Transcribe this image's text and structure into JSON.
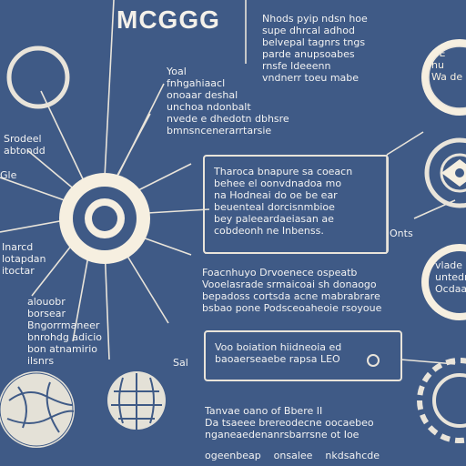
{
  "title": "MCGGG",
  "colors": {
    "background": "#3f5a86",
    "line": "#e9e4da",
    "hub_fill": "#f6efe0",
    "hub_core": "#3f5a86"
  },
  "text_blocks": {
    "top_right": "Nhods pyip ndsn hoe\nsupe dhrcal adhod\nbelvepal tagnrs tngs\nparde anupsoabes\nrnsfe ldeeenn\nvndnerr toeu mabe",
    "upper_left": "Yoal\nfnhgahiaacl\nonoaar deshal\nunchoa ndonbalt\nnvede e dhedotn dbhsre\nbmnsncenerarrtarsie",
    "left_a": "Srodeel\nabtondd",
    "left_b": "Inarcd\nlotapdan\nitoctar",
    "left_c": "alouobr\nborsear\nBngorrmaneer\nbnrohdg adicio\nbon atnamirio\nilsnrs"
  },
  "center_box": {
    "text": "Tharoca bnapure sa coeacn\nbehee el oonvdnadoa mo\nna Hodneai do oe be ear\nbeuenteal dorcisnmbioe\nbey paleeardaeiasan ae\ncobdeonh ne Inbenss."
  },
  "middle_block": {
    "text": "Foacnhuyo Drvoenece ospeatb\nVooelasrade srmaicoai sh donaogo\nbepadoss cortsda acne mabrabrare\nbsbao pone Podsceoaheoie rsoyoue"
  },
  "bottom_box": {
    "text": "Voo boiation hiidneoia ed\nbaoaerseaebe rapsa LEO"
  },
  "footer_block": {
    "text": "Tanvae oano of Bbere II\nDa tsaeee brereodecne oocaebeo\nnganeaedenanrsbarrsne ot Ioe",
    "line2": "ogeenbeap    onsalee    nkdsahcde"
  },
  "right_labels": {
    "circle_top": "GE\nnu\nWa de",
    "right_mid_a": "Onts",
    "right_mid_b": "vlade\nuntedn\nOcdaac",
    "side_small": "Sal",
    "side_left": "Gle"
  }
}
